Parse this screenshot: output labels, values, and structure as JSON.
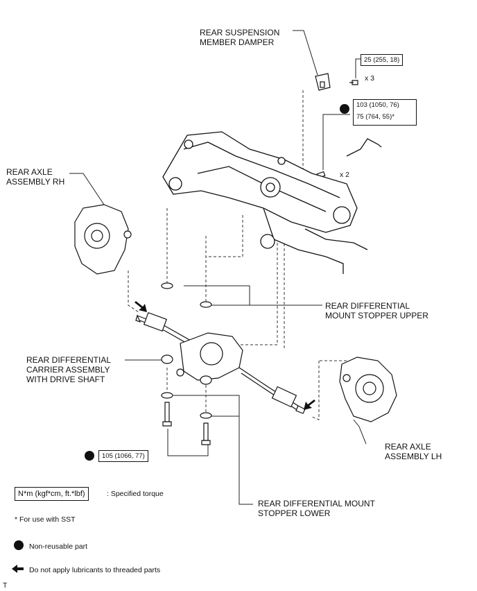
{
  "labels": {
    "rear_suspension_member_damper": "REAR SUSPENSION\nMEMBER DAMPER",
    "rear_axle_assembly_rh": "REAR AXLE\nASSEMBLY RH",
    "rear_diff_mount_stopper_upper": "REAR DIFFERENTIAL\nMOUNT STOPPER UPPER",
    "rear_diff_carrier_assembly": "REAR DIFFERENTIAL\nCARRIER ASSEMBLY\nWITH DRIVE SHAFT",
    "rear_axle_assembly_lh": "REAR AXLE\nASSEMBLY LH",
    "rear_diff_mount_stopper_lower": "REAR DIFFERENTIAL MOUNT\nSTOPPER LOWER"
  },
  "torques": {
    "damper_bolt": "25 (255, 18)",
    "member_bolt_line1": "103 (1050, 76)",
    "member_bolt_line2": "75 (764, 55)*",
    "lower_bolt": "105 (1066, 77)"
  },
  "quantities": {
    "damper_qty": "x 3",
    "member_qty": "x 2"
  },
  "legend": {
    "unit_box": "N*m (kgf*cm, ft.*lbf)",
    "unit_desc": ": Specified torque",
    "sst_note": "* For use with SST",
    "non_reusable": "Non-reusable part",
    "no_lubricant": "Do not apply lubricants to threaded parts"
  },
  "corner_mark": "T"
}
